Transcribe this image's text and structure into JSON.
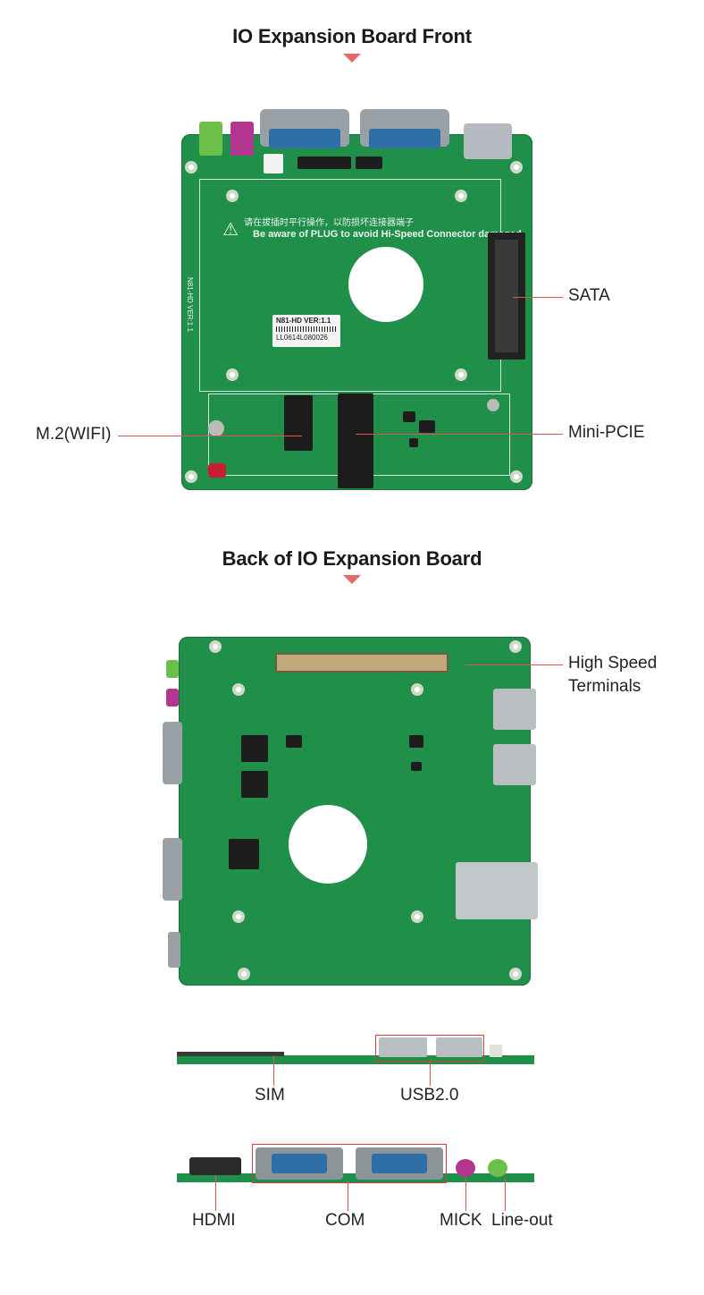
{
  "titles": {
    "front": "IO Expansion Board Front",
    "back": "Back of IO Expansion Board"
  },
  "front_labels": {
    "sata": "SATA",
    "m2": "M.2(WIFI)",
    "mini_pcie": "Mini-PCIE"
  },
  "board_print": {
    "warning_cn": "请在拔插时平行操作，以防损坏连接器端子",
    "warning_en": "Be aware of PLUG to avoid Hi-Speed Connector damaged",
    "version": "N81-HD VER:1.1",
    "serial": "LL0614L080026",
    "side_version": "N81-HD VER:1.1"
  },
  "back_labels": {
    "high_speed_1": "High Speed",
    "high_speed_2": "Terminals"
  },
  "side1_labels": {
    "sim": "SIM",
    "usb": "USB2.0"
  },
  "side2_labels": {
    "hdmi": "HDMI",
    "com": "COM",
    "mick": "MICK",
    "line_out": "Line-out"
  },
  "colors": {
    "accent": "#e46a6a",
    "board": "#1f8f4a",
    "leader": "#e05353"
  }
}
